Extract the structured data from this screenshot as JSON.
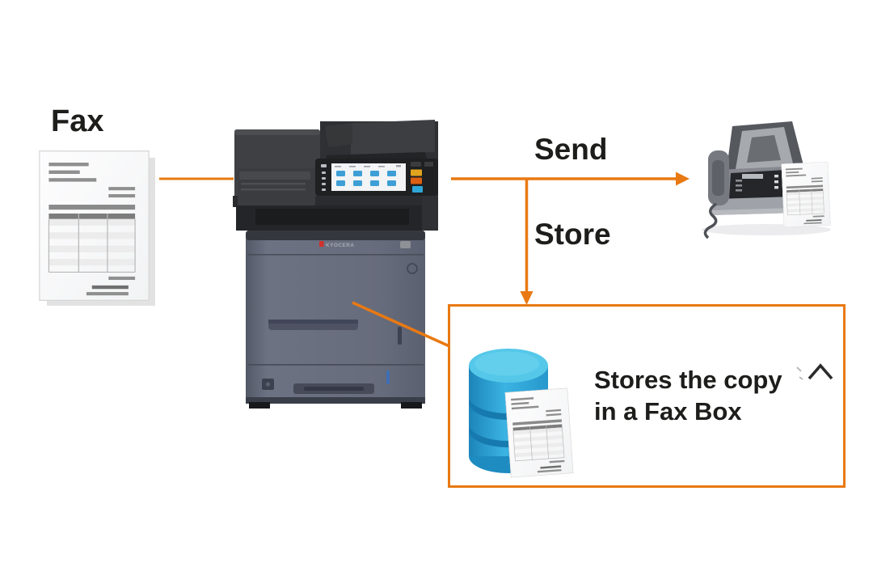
{
  "title": "Fax send and store workflow diagram",
  "colors": {
    "accent_orange": "#e97912",
    "text_dark": "#1d1d1b",
    "db_blue_top": "#55c8e9",
    "db_blue_body": "#2ca6db",
    "printer_body_gray": "#666b7b"
  },
  "nodes": {
    "source_label": "Fax",
    "printer_brand": "KYOCERA"
  },
  "arrows": {
    "send_label": "Send",
    "store_label": "Store"
  },
  "callout": {
    "line1": "Stores the copy",
    "line2": "in a Fax Box"
  },
  "icons": {
    "fax_document": "paper invoice sheet with gray text lines and table",
    "mfp_printer": "Kyocera multifunction printer with touch panel",
    "fax_machine": "desktop fax machine with handset and paper tray",
    "database": "blue cylinder database",
    "chevron_up": "^"
  }
}
